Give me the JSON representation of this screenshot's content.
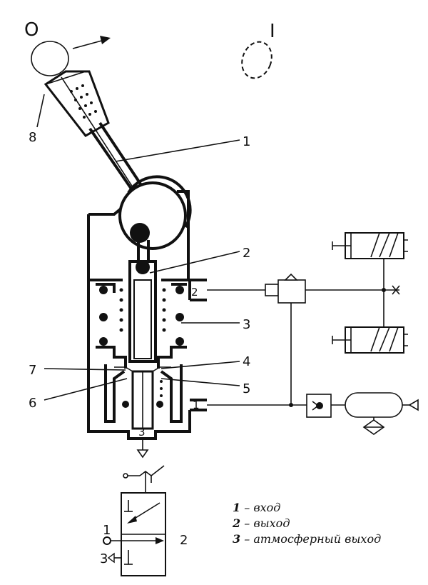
{
  "diagram": {
    "positions": {
      "off": "O",
      "on": "I"
    },
    "callouts": [
      "1",
      "2",
      "3",
      "4",
      "5",
      "6",
      "7",
      "8"
    ],
    "ports": {
      "inlet": "1",
      "outlet": "2",
      "exhaust": "3"
    },
    "symbol_ports": {
      "inlet": "1",
      "outlet": "2",
      "exhaust": "3"
    }
  },
  "legend": [
    {
      "num": "1",
      "text": " – вход"
    },
    {
      "num": "2",
      "text": " – выход"
    },
    {
      "num": "3",
      "text": " – атмосферный выход"
    }
  ]
}
